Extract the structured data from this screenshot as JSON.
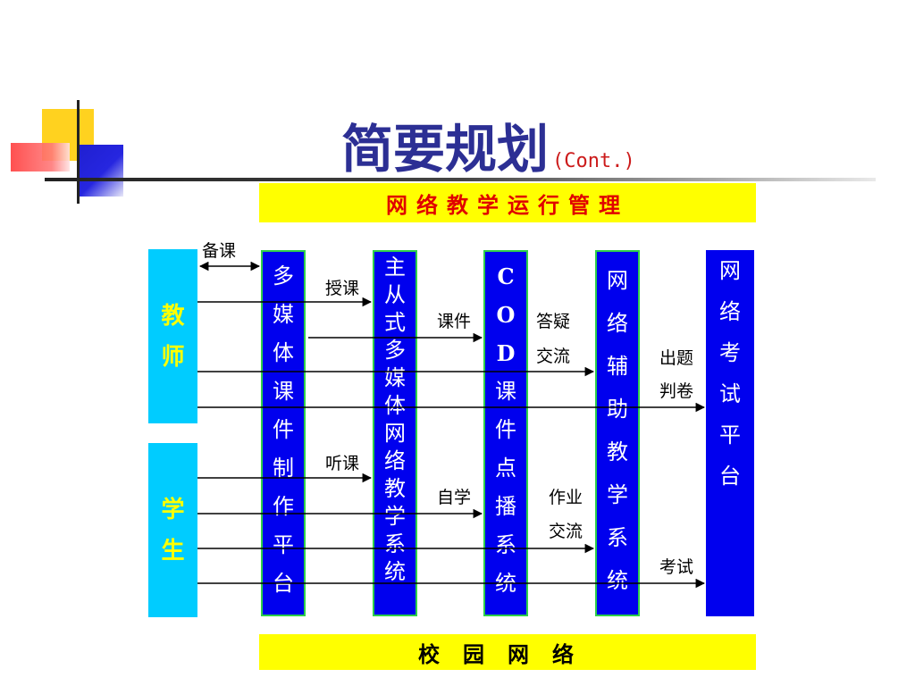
{
  "title": {
    "main": "简要规划",
    "sub": "(Cont.)"
  },
  "bars": {
    "top": "网络教学运行管理",
    "bottom": "校园网络"
  },
  "actors": {
    "teacher": [
      "教",
      "师"
    ],
    "student": [
      "学",
      "生"
    ]
  },
  "columns": [
    {
      "id": "authoring-platform",
      "chars": [
        "多",
        "媒",
        "体",
        "课",
        "件",
        "制",
        "作",
        "平",
        "台"
      ]
    },
    {
      "id": "master-slave-system",
      "chars": [
        "主",
        "从",
        "式",
        "多",
        "媒",
        "体",
        "网",
        "络",
        "教",
        "学",
        "系",
        "统"
      ]
    },
    {
      "id": "cod-system",
      "chars": [
        "C",
        "O",
        "D",
        "课",
        "件",
        "点",
        "播",
        "系",
        "统"
      ]
    },
    {
      "id": "assist-system",
      "chars": [
        "网",
        "络",
        "辅",
        "助",
        "教",
        "学",
        "系",
        "统"
      ]
    },
    {
      "id": "exam-platform",
      "chars": [
        "网",
        "络",
        "考",
        "试",
        "平",
        "台"
      ]
    }
  ],
  "labels": {
    "prepare": "备课",
    "teach": "授课",
    "courseware": "课件",
    "qa_line1": "答疑",
    "qa_line2": "交流",
    "exam_prep_line1": "出题",
    "exam_prep_line2": "判卷",
    "listen": "听课",
    "self_study": "自学",
    "homework_line1": "作业",
    "homework_line2": "交流",
    "exam": "考试"
  },
  "colors": {
    "title": "#2c2f94",
    "title_sub": "#cc1b1b",
    "bar": "#ffff00",
    "bar_top_text": "#e00000",
    "actor": "#00ccff",
    "actor_text": "#ffff00",
    "column": "#0000ee",
    "column_border": "#2fcf4a"
  }
}
